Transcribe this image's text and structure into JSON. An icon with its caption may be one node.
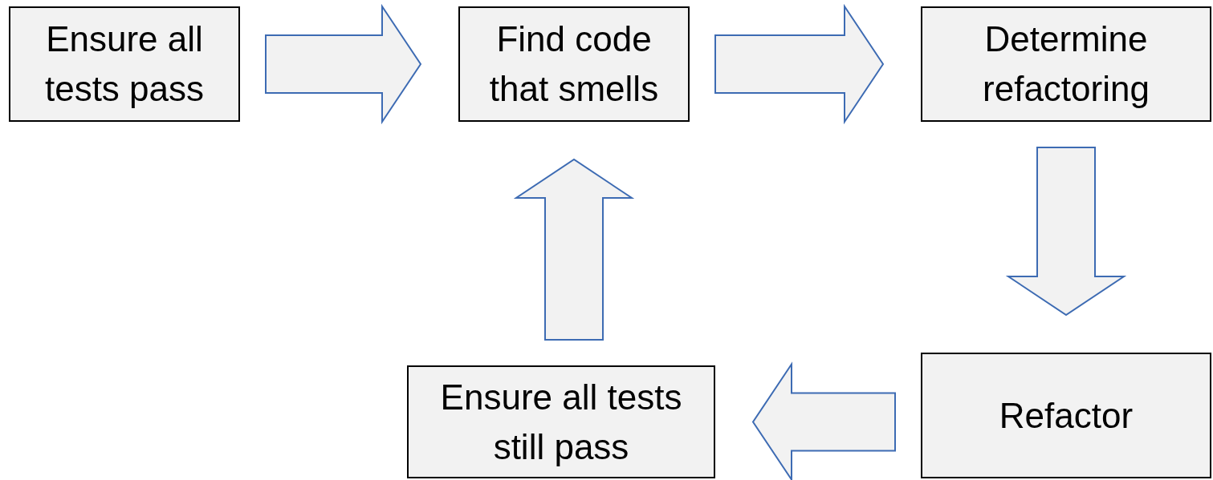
{
  "diagram": {
    "nodes": [
      {
        "text": [
          "Ensure all tests pass"
        ]
      },
      {
        "text": [
          "Find code that smells"
        ]
      },
      {
        "text": [
          "Determine refactoring"
        ]
      },
      {
        "text": [
          "Refactor"
        ]
      },
      {
        "text": [
          "Ensure all tests still pass"
        ]
      }
    ],
    "edges": [
      {
        "from": 0,
        "to": 1,
        "arrow": "to"
      },
      {
        "from": 1,
        "to": 2,
        "arrow": "to"
      },
      {
        "from": 2,
        "to": 3,
        "arrow": "to"
      },
      {
        "from": 3,
        "to": 4,
        "arrow": "to"
      },
      {
        "from": 4,
        "to": 1,
        "arrow": "to"
      }
    ]
  }
}
